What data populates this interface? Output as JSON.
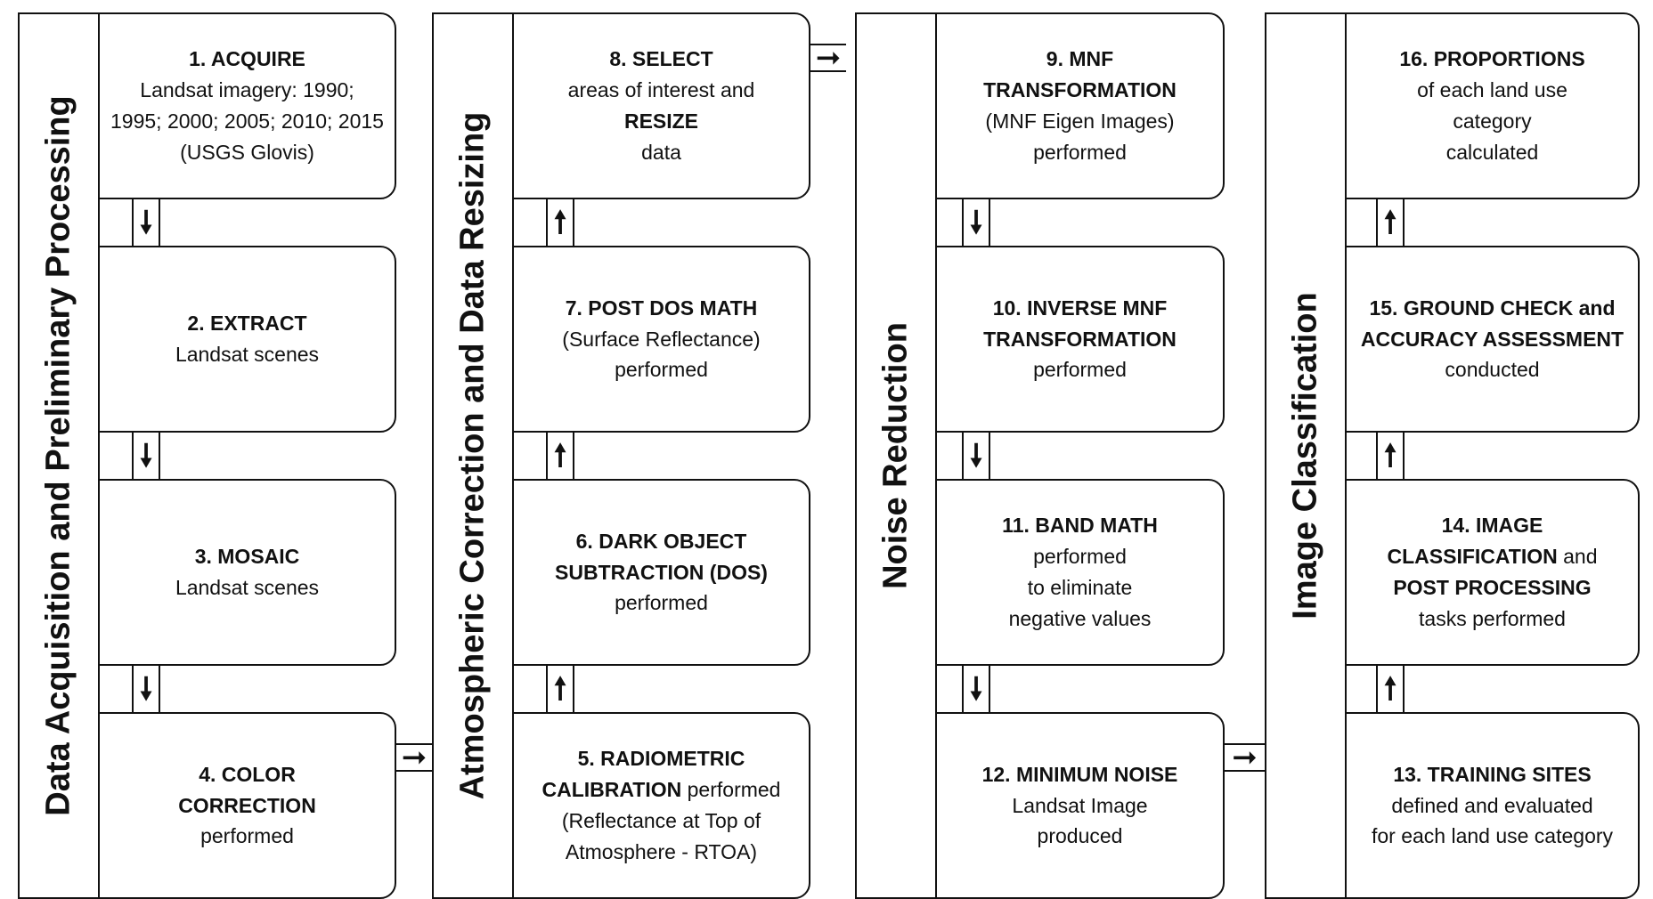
{
  "phases": [
    {
      "label": "Data Acquisition and Preliminary Processing"
    },
    {
      "label": "Atmospheric Correction and Data Resizing"
    },
    {
      "label": "Noise Reduction"
    },
    {
      "label": "Image Classification"
    }
  ],
  "steps": {
    "s1": [
      "1. ACQUIRE",
      "Landsat imagery: 1990;",
      "1995; 2000; 2005; 2010; 2015",
      "(USGS Glovis)"
    ],
    "s2": [
      "2. EXTRACT",
      "Landsat scenes"
    ],
    "s3": [
      "3. MOSAIC",
      "Landsat scenes"
    ],
    "s4": [
      "4. COLOR",
      "CORRECTION",
      "performed"
    ],
    "s5": [
      "5. RADIOMETRIC",
      "CALIBRATION",
      " performed",
      "(Reflectance at Top of",
      "Atmosphere - RTOA)"
    ],
    "s6": [
      "6. DARK OBJECT",
      "SUBTRACTION (DOS)",
      "performed"
    ],
    "s7": [
      "7. POST DOS MATH",
      "(Surface Reflectance)",
      "performed"
    ],
    "s8": [
      "8. SELECT",
      "areas of interest and",
      "RESIZE",
      "data"
    ],
    "s9": [
      "9. MNF",
      "TRANSFORMATION",
      "(MNF Eigen Images)",
      "performed"
    ],
    "s10": [
      "10. INVERSE MNF",
      "TRANSFORMATION",
      "performed"
    ],
    "s11": [
      "11. BAND MATH",
      "performed",
      "to eliminate",
      "negative values"
    ],
    "s12": [
      "12. MINIMUM NOISE",
      "Landsat Image",
      "produced"
    ],
    "s13": [
      "13. TRAINING SITES",
      "defined and evaluated",
      "for each land use category"
    ],
    "s14": [
      "14. IMAGE",
      "CLASSIFICATION",
      " and",
      "POST PROCESSING",
      "tasks performed"
    ],
    "s15": [
      "15. GROUND CHECK and",
      "ACCURACY ASSESSMENT",
      "conducted"
    ],
    "s16": [
      "16. PROPORTIONS",
      "of each land use",
      "category",
      "calculated"
    ]
  },
  "arrows": {
    "down": "🠗",
    "up": "🠕",
    "right": "➞"
  }
}
